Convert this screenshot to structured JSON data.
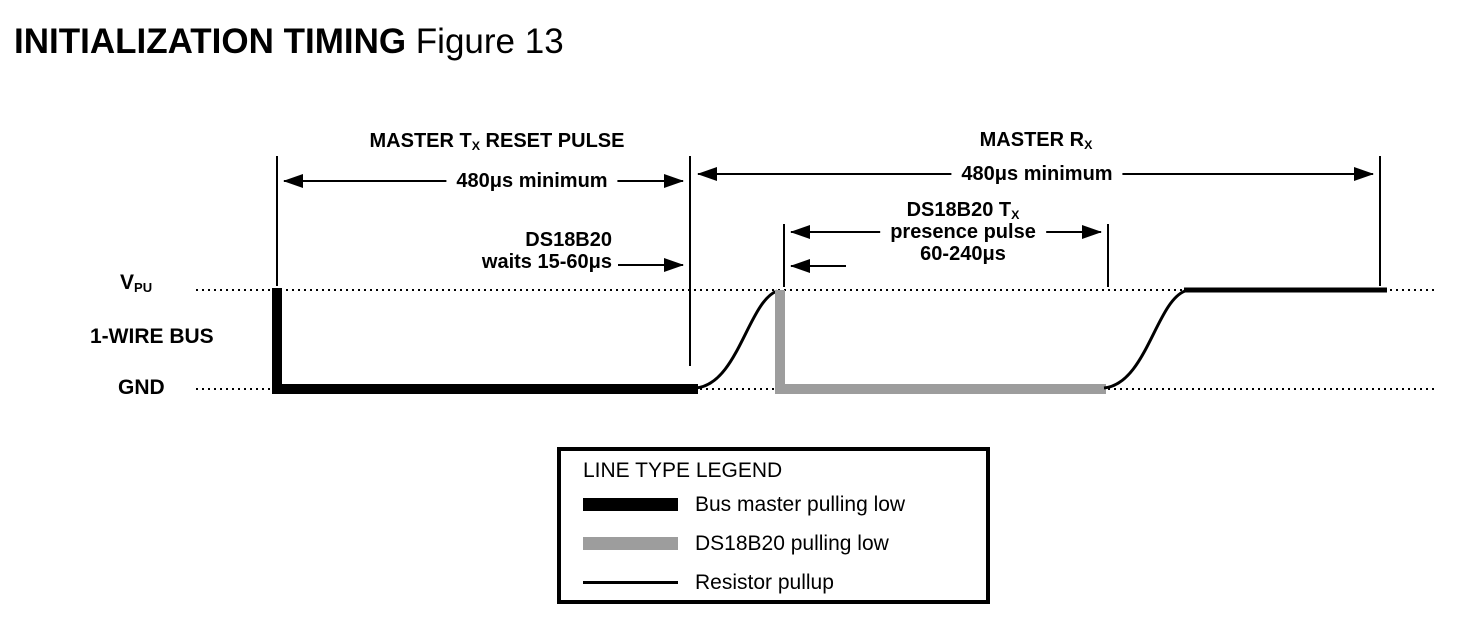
{
  "colors": {
    "gray_line": "#9d9d9d",
    "black_line": "#000000"
  },
  "title": {
    "main": "INITIALIZATION TIMING",
    "figure": " Figure 13"
  },
  "axis": {
    "vpu_pre": "V",
    "vpu_sub": "PU",
    "bus": "1-WIRE BUS",
    "gnd": "GND"
  },
  "annotations": {
    "master_tx_pre": "MASTER T",
    "master_tx_sub": "X",
    "master_tx_post": " RESET PULSE",
    "tx_duration": "480μs minimum",
    "master_rx_pre": "MASTER R",
    "master_rx_sub": "X",
    "rx_duration": "480μs minimum",
    "presence_pre": "DS18B20 T",
    "presence_sub": "X",
    "presence_line2": "presence pulse",
    "presence_line3": "60-240μs",
    "waits_line1": "DS18B20",
    "waits_line2": "waits 15-60μs"
  },
  "legend": {
    "title": "LINE TYPE LEGEND",
    "items": [
      {
        "label": "Bus master pulling low",
        "line_style": "thick-black"
      },
      {
        "label": "DS18B20 pulling low",
        "line_style": "thick-gray"
      },
      {
        "label": "Resistor pullup",
        "line_style": "thin-black"
      }
    ]
  }
}
